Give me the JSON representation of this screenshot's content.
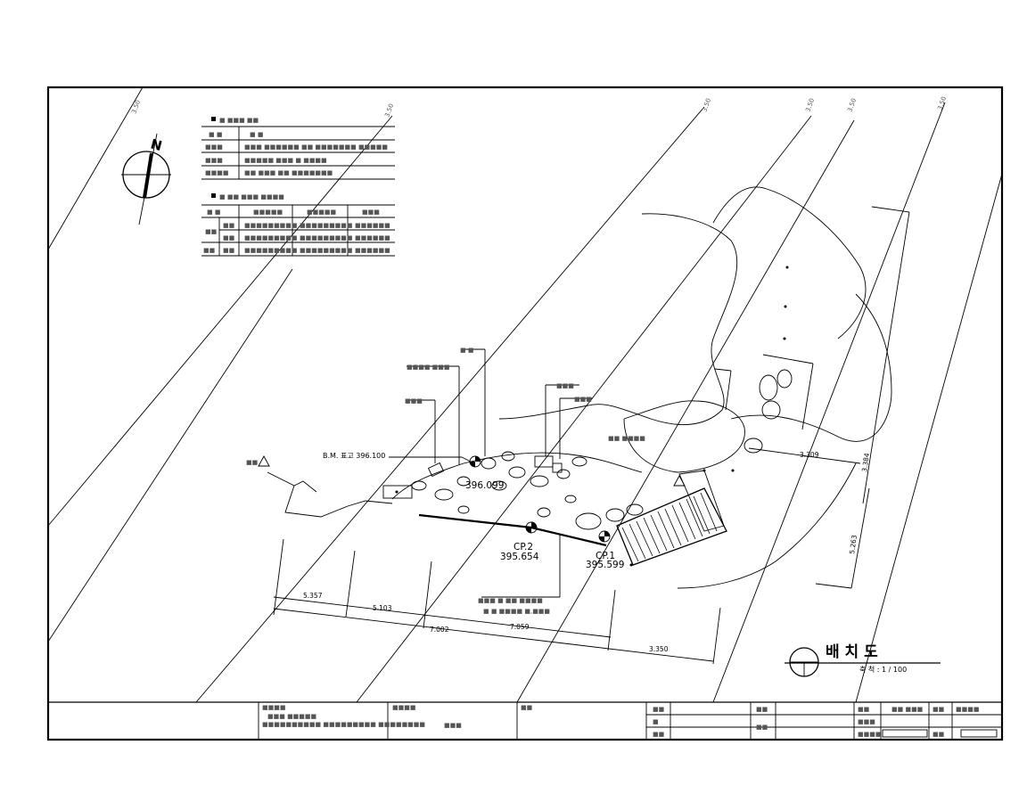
{
  "drawing": {
    "title": "배 치 도",
    "scale_note": "축 척 : 1 / 100",
    "north_label": "N",
    "control_points": [
      {
        "name": "CP.1",
        "elevation": "395.599"
      },
      {
        "name": "CP.2",
        "elevation": "395.654"
      }
    ],
    "elevation_mark": "396.099",
    "callouts": {
      "benchmark": "B.M. 표고 396.100"
    },
    "dimensions": {
      "d1": "5.357",
      "d2": "5.103",
      "d3": "7.002",
      "d4": "7.059",
      "d5": "3.350",
      "d6": "3.309",
      "d7": "3.384",
      "d8": "5.263"
    }
  },
  "colors": {
    "line": "#000000",
    "background": "#ffffff"
  }
}
